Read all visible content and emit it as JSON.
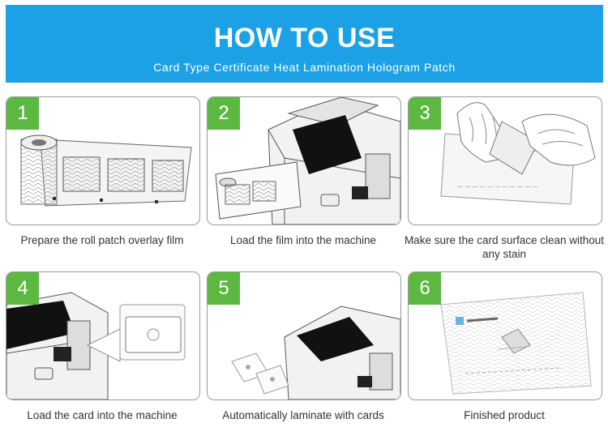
{
  "header": {
    "title": "HOW TO USE",
    "subtitle": "Card Type Certificate Heat Lamination Hologram Patch"
  },
  "steps": [
    {
      "number": "1",
      "caption": "Prepare the roll patch overlay film"
    },
    {
      "number": "2",
      "caption": "Load the film into the machine"
    },
    {
      "number": "3",
      "caption": "Make sure the card surface clean without any stain"
    },
    {
      "number": "4",
      "caption": "Load the card into the machine"
    },
    {
      "number": "5",
      "caption": "Automatically laminate with cards"
    },
    {
      "number": "6",
      "caption": "Finished product"
    }
  ],
  "colors": {
    "banner": "#1da1e6",
    "badge": "#5cb841",
    "border": "#9a9a9a"
  }
}
